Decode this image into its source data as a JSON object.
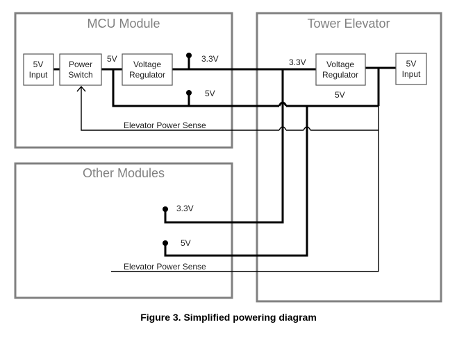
{
  "diagram": {
    "modules": {
      "mcu": {
        "title": "MCU Module"
      },
      "tower": {
        "title": "Tower Elevator"
      },
      "other": {
        "title": "Other Modules"
      }
    },
    "mcu_blocks": {
      "input": {
        "line1": "5V",
        "line2": "Input"
      },
      "switch": {
        "line1": "Power",
        "line2": "Switch"
      },
      "regulator": {
        "line1": "Voltage",
        "line2": "Regulator"
      }
    },
    "tower_blocks": {
      "regulator": {
        "line1": "Voltage",
        "line2": "Regulator"
      },
      "input": {
        "line1": "5V",
        "line2": "Input"
      }
    },
    "labels": {
      "mcu_switch_out": "5V",
      "mcu_tap_33": "3.3V",
      "mcu_tap_5": "5V",
      "mcu_sense": "Elevator Power Sense",
      "tower_33": "3.3V",
      "tower_5": "5V",
      "other_tap_33": "3.3V",
      "other_tap_5": "5V",
      "other_sense": "Elevator Power Sense"
    },
    "caption": "Figure 3. Simplified powering diagram"
  }
}
